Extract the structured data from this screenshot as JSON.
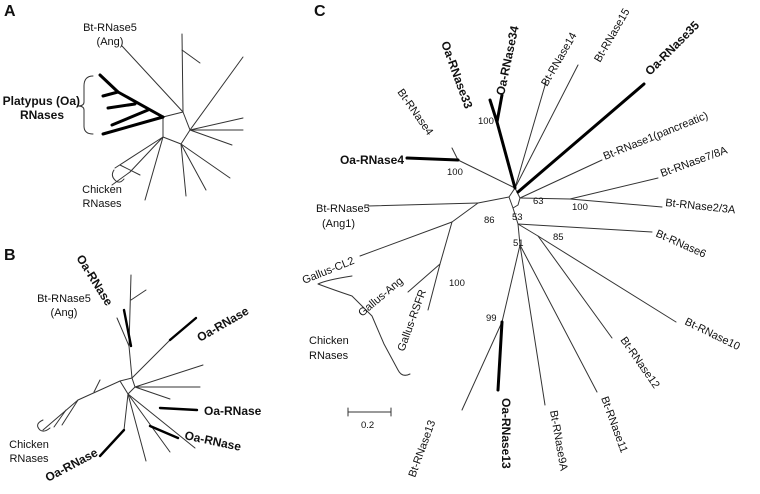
{
  "panels": {
    "a": "A",
    "b": "B",
    "c": "C"
  },
  "panelA": {
    "ang_line1": "Bt-RNase5",
    "ang_line2": "(Ang)",
    "platypus_line1": "Platypus (Oa)",
    "platypus_line2": "RNases",
    "chicken_line1": "Chicken",
    "chicken_line2": "RNases"
  },
  "panelB": {
    "ang_line1": "Bt-RNase5",
    "ang_line2": "(Ang)",
    "oa_top": "Oa-RNase",
    "oa_right_upper": "Oa-RNase",
    "oa_right_mid": "Oa-RNase",
    "oa_right_low": "Oa-RNase",
    "oa_bottom_left": "Oa-RNase",
    "chicken_line1": "Chicken",
    "chicken_line2": "RNases"
  },
  "panelC": {
    "leaves": {
      "r14": "Bt-RNase14",
      "r15": "Bt-RNase15",
      "oa35": "Oa-RNase35",
      "oa34": "Oa-RNase34",
      "oa33": "Oa-RNase33",
      "r4": "Bt-RNase4",
      "oa4": "Oa-RNase4",
      "r1": "Bt-RNase1(pancreatic)",
      "r78": "Bt-RNase7/8A",
      "r23": "Bt-RNase2/3A",
      "r6": "Bt-RNase6",
      "r5_line1": "Bt-RNase5",
      "r5_line2": "(Ang1)",
      "gcl2": "Gallus-CL2",
      "gang": "Gallus-Ang",
      "grsfr": "Gallus-RSFR",
      "chicken_line1": "Chicken",
      "chicken_line2": "RNases",
      "r10": "Bt-RNase10",
      "r12": "Bt-RNase12",
      "r11": "Bt-RNase11",
      "r9a": "Bt-RNase9A",
      "oa13": "Oa-RNase13",
      "r13": "Bt-RNase13"
    },
    "bootstrap": {
      "b_oa33_34": "100",
      "b_oa4": "100",
      "b_63": "63",
      "b_100_23": "100",
      "b_86": "86",
      "b_53": "53",
      "b_gallus": "100",
      "b_51": "51",
      "b_85": "85",
      "b_99": "99"
    },
    "scale_label": "0.2"
  }
}
